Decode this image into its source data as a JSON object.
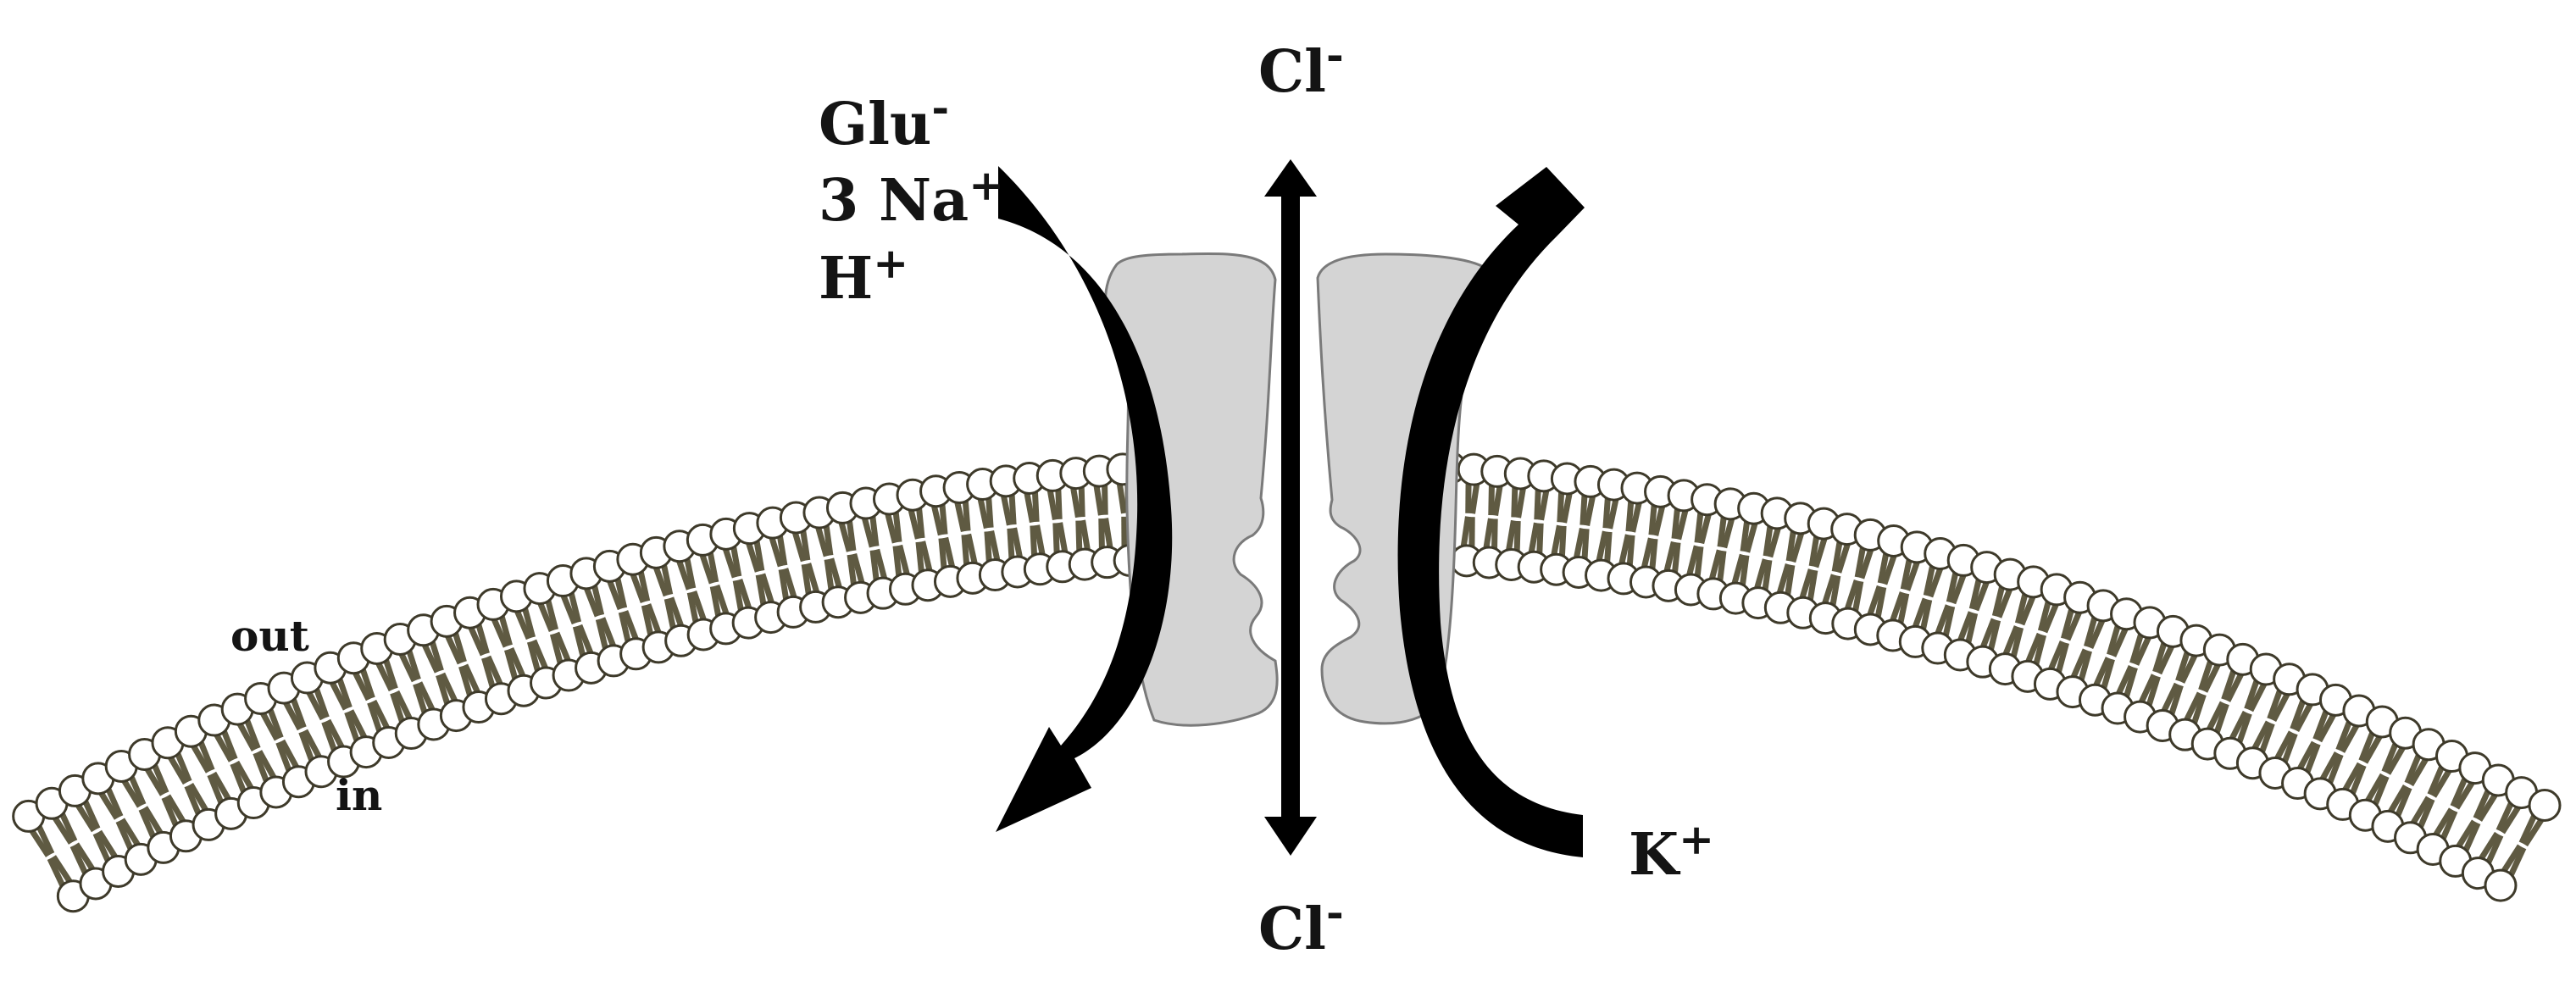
{
  "side_labels": {
    "outside": "out",
    "inside": "in"
  },
  "ions": {
    "chloride_top": {
      "base": "Cl",
      "charge": "-"
    },
    "chloride_bottom": {
      "base": "Cl",
      "charge": "-"
    },
    "glutamate": {
      "base": "Glu",
      "charge": "-"
    },
    "sodium": {
      "base": "3 Na",
      "charge": "+"
    },
    "proton": {
      "base": "H",
      "charge": "+"
    },
    "potassium": {
      "base": "K",
      "charge": "+"
    }
  },
  "colors": {
    "lipid_tail": "#5f5a42",
    "lipid_head_stroke": "#3e3a2a",
    "protein_fill": "#d4d4d4",
    "protein_stroke": "#7a7a7a",
    "arrow": "#000000",
    "text": "#141414"
  }
}
